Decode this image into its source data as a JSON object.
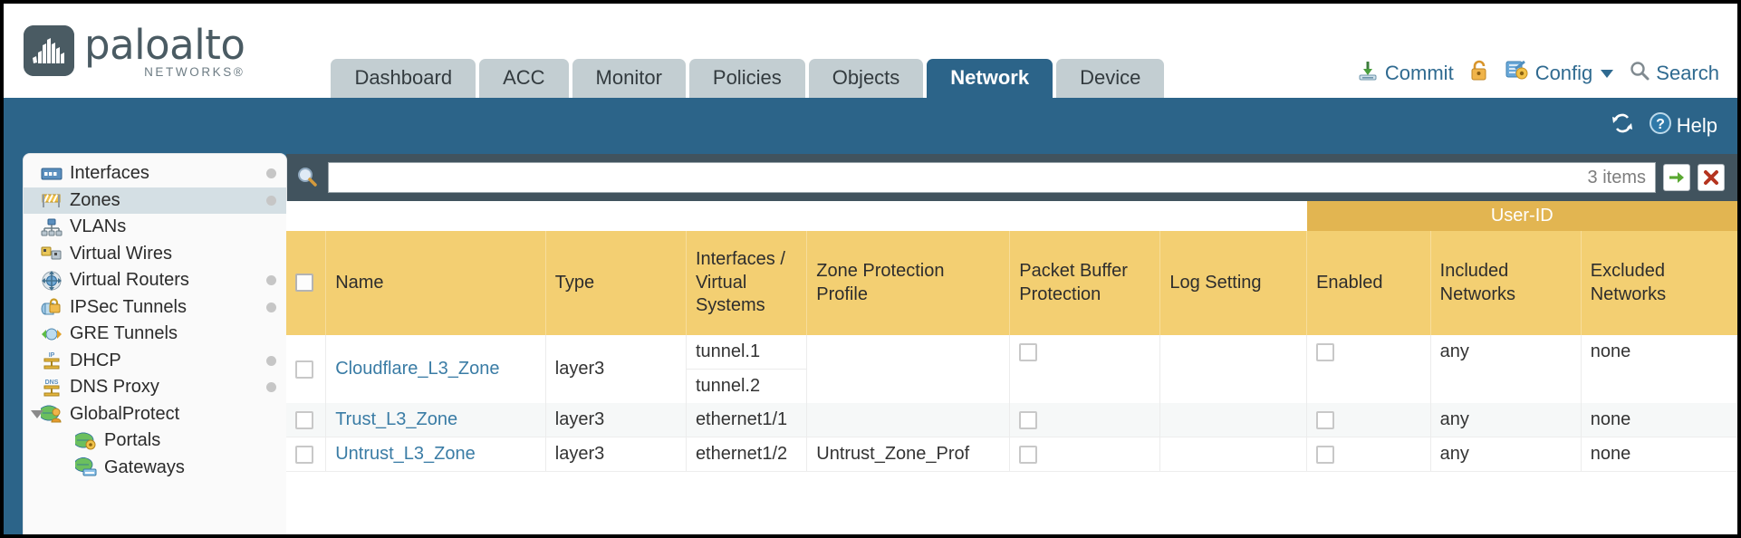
{
  "brand": {
    "name": "paloalto",
    "tagline": "NETWORKS®"
  },
  "nav": {
    "tabs": [
      {
        "label": "Dashboard",
        "active": false
      },
      {
        "label": "ACC",
        "active": false
      },
      {
        "label": "Monitor",
        "active": false
      },
      {
        "label": "Policies",
        "active": false
      },
      {
        "label": "Objects",
        "active": false
      },
      {
        "label": "Network",
        "active": true
      },
      {
        "label": "Device",
        "active": false
      }
    ]
  },
  "top_actions": {
    "commit": "Commit",
    "lock_icon": "lock-icon",
    "config": "Config",
    "search": "Search"
  },
  "subbar": {
    "refresh_icon": "refresh-icon",
    "help": "Help"
  },
  "sidebar": {
    "items": [
      {
        "label": "Interfaces",
        "icon": "interfaces-icon",
        "selected": false,
        "dot": true,
        "child": false,
        "expander": false
      },
      {
        "label": "Zones",
        "icon": "zones-icon",
        "selected": true,
        "dot": true,
        "child": false,
        "expander": false
      },
      {
        "label": "VLANs",
        "icon": "vlans-icon",
        "selected": false,
        "dot": false,
        "child": false,
        "expander": false
      },
      {
        "label": "Virtual Wires",
        "icon": "virtual-wires-icon",
        "selected": false,
        "dot": false,
        "child": false,
        "expander": false
      },
      {
        "label": "Virtual Routers",
        "icon": "virtual-routers-icon",
        "selected": false,
        "dot": true,
        "child": false,
        "expander": false
      },
      {
        "label": "IPSec Tunnels",
        "icon": "ipsec-tunnels-icon",
        "selected": false,
        "dot": true,
        "child": false,
        "expander": false
      },
      {
        "label": "GRE Tunnels",
        "icon": "gre-tunnels-icon",
        "selected": false,
        "dot": false,
        "child": false,
        "expander": false
      },
      {
        "label": "DHCP",
        "icon": "dhcp-icon",
        "selected": false,
        "dot": true,
        "child": false,
        "expander": false
      },
      {
        "label": "DNS Proxy",
        "icon": "dns-proxy-icon",
        "selected": false,
        "dot": true,
        "child": false,
        "expander": false
      },
      {
        "label": "GlobalProtect",
        "icon": "globalprotect-icon",
        "selected": false,
        "dot": false,
        "child": false,
        "expander": true
      },
      {
        "label": "Portals",
        "icon": "portals-icon",
        "selected": false,
        "dot": false,
        "child": true,
        "expander": false
      },
      {
        "label": "Gateways",
        "icon": "gateways-icon",
        "selected": false,
        "dot": false,
        "child": true,
        "expander": false
      }
    ]
  },
  "search": {
    "value": "",
    "placeholder": "",
    "items_count": "3 items",
    "apply_icon": "apply-filter-arrow-icon",
    "clear_icon": "clear-filter-x-icon"
  },
  "table": {
    "group_header": "User-ID",
    "columns": [
      "Name",
      "Type",
      "Interfaces / Virtual Systems",
      "Zone Protection Profile",
      "Packet Buffer Protection",
      "Log Setting",
      "Enabled",
      "Included Networks",
      "Excluded Networks"
    ],
    "rows": [
      {
        "name": "Cloudflare_L3_Zone",
        "type": "layer3",
        "interfaces": [
          "tunnel.1",
          "tunnel.2"
        ],
        "zone_protection_profile": "",
        "packet_buffer_protection": false,
        "log_setting": "",
        "userid_enabled": false,
        "included_networks": "any",
        "excluded_networks": "none"
      },
      {
        "name": "Trust_L3_Zone",
        "type": "layer3",
        "interfaces": [
          "ethernet1/1"
        ],
        "zone_protection_profile": "",
        "packet_buffer_protection": false,
        "log_setting": "",
        "userid_enabled": false,
        "included_networks": "any",
        "excluded_networks": "none"
      },
      {
        "name": "Untrust_L3_Zone",
        "type": "layer3",
        "interfaces": [
          "ethernet1/2"
        ],
        "zone_protection_profile": "Untrust_Zone_Prof",
        "packet_buffer_protection": false,
        "log_setting": "",
        "userid_enabled": false,
        "included_networks": "any",
        "excluded_networks": "none"
      }
    ]
  },
  "colors": {
    "brand_blue": "#2c6489",
    "header_amber": "#f3cf72",
    "group_amber": "#e2b551",
    "link_blue": "#3a7ca5",
    "sidebar_selected": "#d4dfe4",
    "toolbar_slate": "#41535e"
  }
}
